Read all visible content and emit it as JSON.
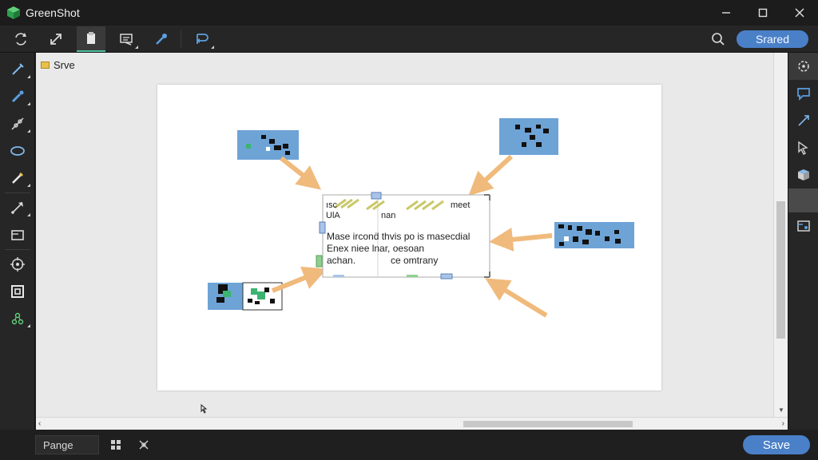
{
  "window": {
    "title": "GreenShot",
    "controls": {
      "minimize": "minimize-icon",
      "maximize": "maximize-icon",
      "close": "close-icon"
    }
  },
  "toolbar": {
    "items": [
      {
        "icon": "rotate-icon"
      },
      {
        "icon": "resize-icon"
      },
      {
        "icon": "copy-icon",
        "active": true
      },
      {
        "icon": "print-icon"
      },
      {
        "icon": "pipette-icon"
      },
      {
        "icon": "save-to-icon"
      }
    ],
    "search_icon": "search-icon",
    "shared_label": "Srared"
  },
  "left_tools": [
    "pen-icon",
    "brush-icon",
    "line-icon",
    "ellipse-icon",
    "highlighter-icon",
    "arrow-icon",
    "rectangle-icon",
    "crosshair-icon",
    "text-frame-icon",
    "obfuscate-icon"
  ],
  "right_tools": [
    "select-icon",
    "speech-bubble-icon",
    "line-tool-icon",
    "cursor-icon",
    "box-icon",
    "frame-icon"
  ],
  "canvas": {
    "doc_label": "Srve",
    "textbox": {
      "line1_left": "ısc",
      "line1_right": "meet",
      "line2_left": "UlA",
      "line2_right": "nan",
      "line3": "Mase irconḋ  thvis po is masecdial",
      "line4": "Enex niee lnar, oesoan",
      "line5_left": "achan.",
      "line5_right": "ce omtrany"
    }
  },
  "status": {
    "page_label": "Pange",
    "grid_icon": "grid-icon",
    "tools_icon": "crosshair-small-icon",
    "save_label": "Save"
  },
  "colors": {
    "accent": "#4a80c8",
    "brand_green": "#3cb371",
    "arrow": "#f0ba7c",
    "thumbnail_blue": "#6ea3d6"
  }
}
